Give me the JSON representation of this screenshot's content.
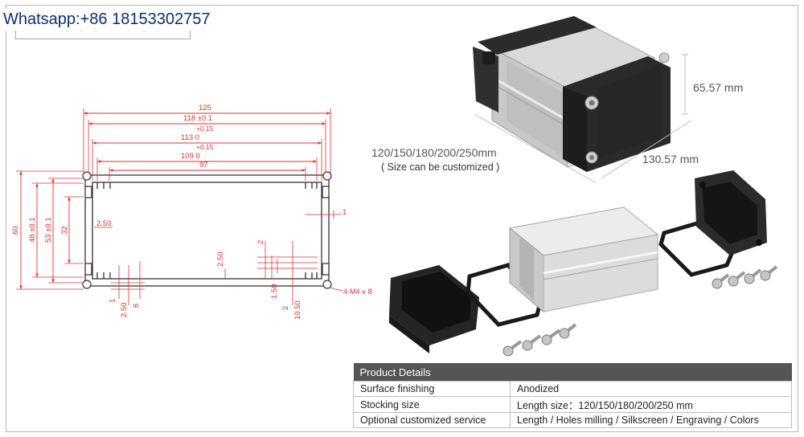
{
  "header": {
    "model_label": "Model:M09",
    "contact": "Whatsapp:+86 18153302757"
  },
  "drawing": {
    "dim_overall_width": "125",
    "dim_118": "118 ±0.1",
    "dim_113_tol": "+0.15",
    "dim_113": "113 0",
    "dim_109_tol": "+0.15",
    "dim_109": "109 0",
    "dim_97": "97",
    "dim_height_60": "60",
    "dim_48": "48 ±0.1",
    "dim_53": "53 ±0.1",
    "dim_32": "32",
    "dim_250_left": "2.50",
    "dim_1_right": "1",
    "dim_250_mid": "2.50",
    "dim_2_right": "2",
    "dim_150": "1.50",
    "dim_2_bottom": "2",
    "dim_1050": "10.50",
    "dim_1_bottom": "1",
    "dim_250_bottom": "2.50",
    "dim_6": "6",
    "screw_note": "4-M4 ⩛ 8"
  },
  "product": {
    "height_label": "65.57 mm",
    "width_label": "130.57 mm",
    "length_label": "120/150/180/200/250mm",
    "custom_note": "( Size can be customized )"
  },
  "details": {
    "title": "Product Details",
    "rows": [
      {
        "key": "Surface finishing",
        "value": "Anodized"
      },
      {
        "key": "Stocking size",
        "value": "Length size：120/150/180/200/250 mm"
      },
      {
        "key": "Optional customized service",
        "value": "Length / Holes milling / Silkscreen / Engraving / Colors"
      }
    ]
  }
}
